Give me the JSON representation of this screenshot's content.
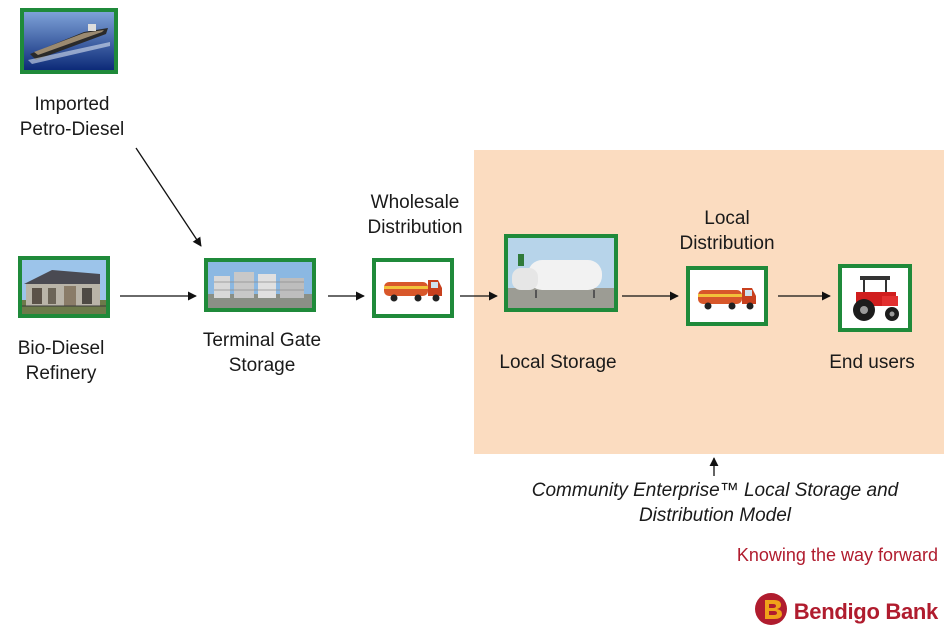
{
  "nodes": {
    "imported": {
      "label_line1": "Imported",
      "label_line2": "Petro-Diesel"
    },
    "biodiesel": {
      "label_line1": "Bio-Diesel",
      "label_line2": "Refinery"
    },
    "terminal": {
      "label_line1": "Terminal Gate",
      "label_line2": "Storage"
    },
    "wholesale": {
      "label_line1": "Wholesale",
      "label_line2": "Distribution"
    },
    "local_storage": {
      "label": "Local Storage"
    },
    "local_distribution": {
      "label_line1": "Local",
      "label_line2": "Distribution"
    },
    "end_users": {
      "label": "End users"
    }
  },
  "caption": {
    "line1": "Community Enterprise™ Local Storage and",
    "line2": "Distribution Model"
  },
  "slogan": "Knowing the way forward",
  "brand": {
    "name": "Bendigo Bank"
  },
  "colors": {
    "highlight": "#fbdcc0",
    "node_border": "#1f8a3a",
    "brand_red": "#b01c2e",
    "brand_orange": "#f0a21a"
  },
  "icons": {
    "imported": "oil-tanker-ship-icon",
    "biodiesel": "refinery-building-icon",
    "terminal": "storage-tanks-icon",
    "wholesale": "tanker-truck-icon",
    "local_storage": "storage-tank-icon",
    "local_distribution": "tanker-truck-icon",
    "end_users": "tractor-icon",
    "brand": "bendigo-logo-icon"
  }
}
